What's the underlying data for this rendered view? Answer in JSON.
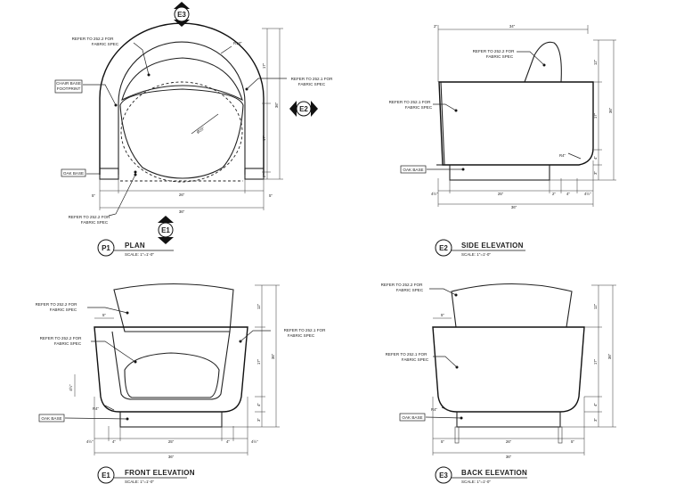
{
  "drawings": {
    "plan": {
      "tag": "P1",
      "title": "PLAN",
      "scale": "SCALE: 1\"=1'-0\"",
      "notes": {
        "fabric_252_2_top": [
          "REFER TO 252.2 FOR",
          "FABRIC SPEC"
        ],
        "chair_base": [
          "CHAIR BASE",
          "FOOTPRINT"
        ],
        "fabric_252_1": [
          "REFER TO 252.1 FOR",
          "FABRIC SPEC"
        ],
        "oak_base": "OAK BASE",
        "fabric_252_2_bottom": [
          "REFER TO 252.2 FOR",
          "FABRIC SPEC"
        ]
      },
      "dims": {
        "radius": "R18\"",
        "diameter": "Ø25\"",
        "left": "5\"",
        "mid": "26\"",
        "right": "5\"",
        "overall": "36\"",
        "v_top": "17\"",
        "v_mid": "17\"",
        "v_bottom": "2\"",
        "v_overall": "36\""
      },
      "markers": {
        "top": "E3",
        "right": "E2",
        "bottom": "E1"
      }
    },
    "side": {
      "tag": "E2",
      "title": "SIDE ELEVATION",
      "scale": "SCALE: 1\"=1'-0\"",
      "notes": {
        "fabric_252_2": [
          "REFER TO 252.2 FOR",
          "FABRIC SPEC"
        ],
        "fabric_252_1": [
          "REFER TO 252.1 FOR",
          "FABRIC SPEC"
        ],
        "oak_base": "OAK BASE"
      },
      "dims": {
        "top": "34\"",
        "top_left": "2\"",
        "radius": "R4\"",
        "bl": "4½\"",
        "mid": "25\"",
        "r1": "2\"",
        "r2": "4\"",
        "r3": "4½\"",
        "overall": "36\"",
        "v1": "12\"",
        "v2": "17\"",
        "v3": "4\"",
        "v4": "3\"",
        "v_overall": "36\""
      }
    },
    "front": {
      "tag": "E1",
      "title": "FRONT ELEVATION",
      "scale": "SCALE: 1\"=1'-0\"",
      "notes": {
        "fabric_252_2_top": [
          "REFER TO 252.2 FOR",
          "FABRIC SPEC"
        ],
        "fabric_252_2_mid": [
          "REFER TO 252.2 FOR",
          "FABRIC SPEC"
        ],
        "fabric_252_1": [
          "REFER TO 252.1 FOR",
          "FABRIC SPEC"
        ],
        "oak_base": "OAK BASE"
      },
      "dims": {
        "top_left": "5\"",
        "left_h": "4½\"",
        "radius": "R4\"",
        "bl": "4½\"",
        "b1": "4\"",
        "mid": "25\"",
        "b2": "4\"",
        "br": "4½\"",
        "overall": "36\"",
        "v1": "12\"",
        "v2": "17\"",
        "v3": "4\"",
        "v4": "3\"",
        "v_overall": "36\""
      }
    },
    "back": {
      "tag": "E3",
      "title": "BACK ELEVATION",
      "scale": "SCALE: 1\"=1'-0\"",
      "notes": {
        "fabric_252_2": [
          "REFER TO 252.2 FOR",
          "FABRIC SPEC"
        ],
        "fabric_252_1": [
          "REFER TO 252.1 FOR",
          "FABRIC SPEC"
        ],
        "oak_base": "OAK BASE"
      },
      "dims": {
        "top_left": "5\"",
        "radius": "R4\"",
        "b1": "5\"",
        "mid": "26\"",
        "b2": "5\"",
        "overall": "36\"",
        "v1": "12\"",
        "v2": "17\"",
        "v3": "4\"",
        "v4": "3\"",
        "v_overall": "36\""
      }
    }
  }
}
